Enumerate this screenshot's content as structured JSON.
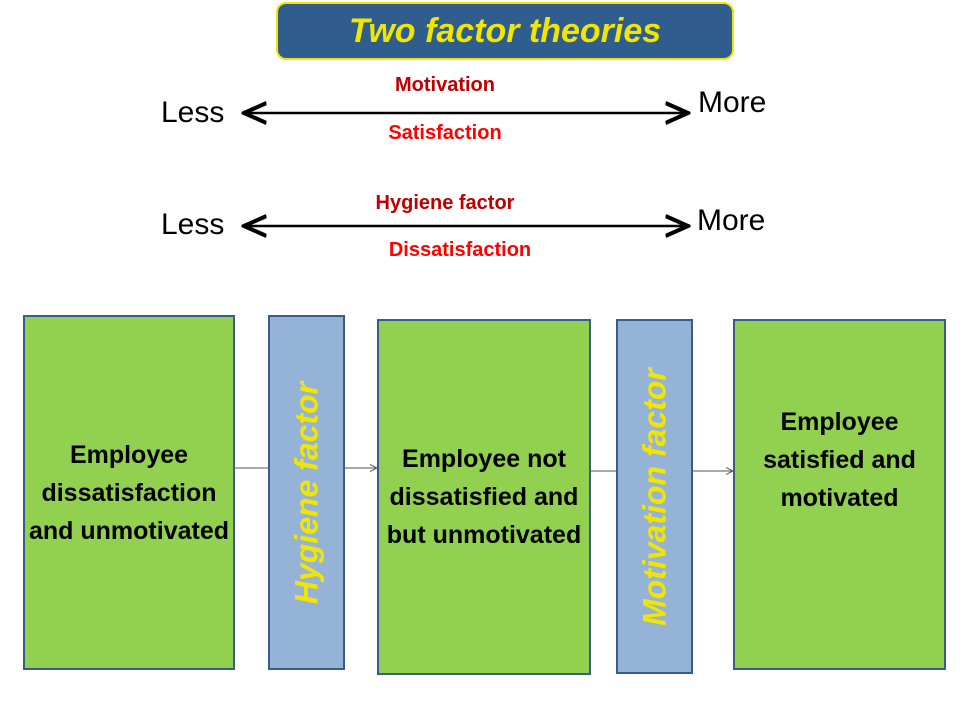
{
  "title": "Two factor theories",
  "scales": [
    {
      "left": "Less",
      "right": "More",
      "top_label": "Motivation",
      "bottom_label": "Satisfaction"
    },
    {
      "left": "Less",
      "right": "More",
      "top_label": "Hygiene factor",
      "bottom_label": "Dissatisfaction"
    }
  ],
  "stages": [
    "Employee dissatisfaction and unmotivated",
    "Employee not dissatisfied and but unmotivated",
    "Employee satisfied and motivated"
  ],
  "factors": [
    "Hygiene factor",
    "Motivation factor"
  ],
  "colors": {
    "title_bg": "#2f5d8e",
    "title_text": "#f2e600",
    "stage_fill": "#92d050",
    "factor_fill": "#95b3d7",
    "box_border": "#385d8a",
    "scale_label_dark_red": "#c00000",
    "scale_label_red": "#ff0000"
  }
}
